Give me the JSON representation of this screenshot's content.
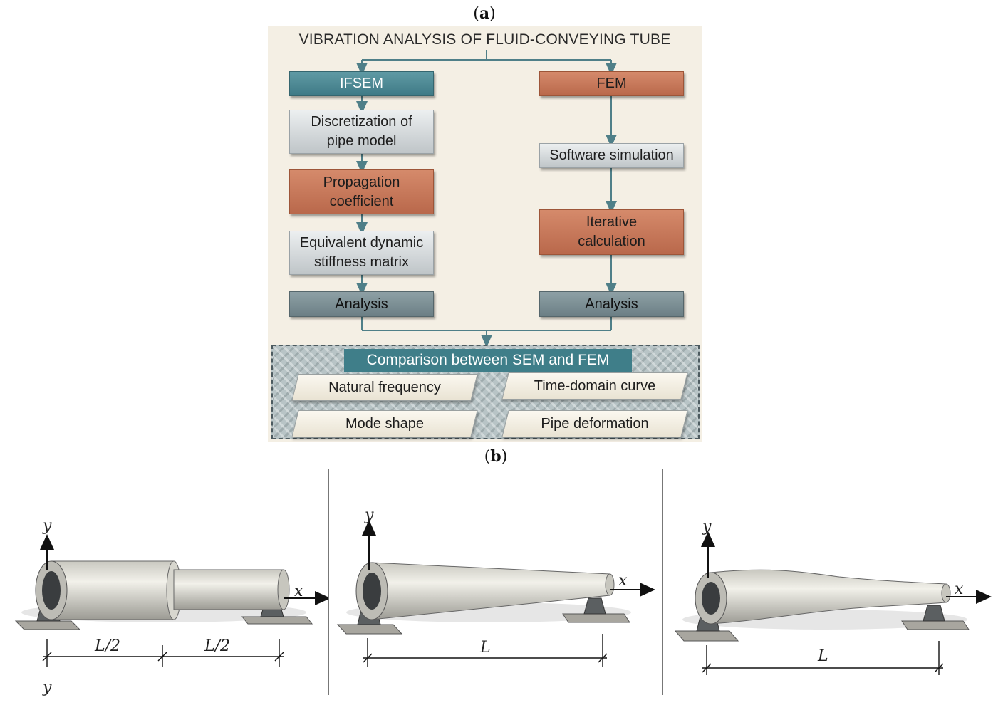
{
  "panel_a": {
    "label_open": "(",
    "label_letter": "a",
    "label_close": ")",
    "title": "VIBRATION ANALYSIS OF FLUID-CONVEYING TUBE",
    "left_branch": {
      "header": "IFSEM",
      "step1_line1": "Discretization of",
      "step1_line2": "pipe model",
      "step2_line1": "Propagation",
      "step2_line2": "coefficient",
      "step3_line1": "Equivalent dynamic",
      "step3_line2": "stiffness matrix",
      "step4": "Analysis"
    },
    "right_branch": {
      "header": "FEM",
      "step1": "Software simulation",
      "step2_line1": "Iterative",
      "step2_line2": "calculation",
      "step3": "Analysis"
    },
    "comparison": {
      "title": "Comparison between SEM and FEM",
      "items": [
        "Natural frequency",
        "Time-domain curve",
        "Mode shape",
        "Pipe deformation"
      ]
    },
    "colors": {
      "teal": "#3f7e89",
      "orange": "#c77757",
      "gray": "#d4d8da",
      "slate": "#7d8f94",
      "background": "#f4efe4"
    }
  },
  "panel_b": {
    "label_open": "(",
    "label_letter": "b",
    "label_close": ")",
    "pipe1": {
      "y_axis": "y",
      "x_axis": "x",
      "dim_left": "L/2",
      "dim_right": "L/2",
      "y_extra": "y"
    },
    "pipe2": {
      "y_axis": "y",
      "x_axis": "x",
      "dim": "L"
    },
    "pipe3": {
      "y_axis": "y",
      "x_axis": "x",
      "dim": "L"
    }
  }
}
